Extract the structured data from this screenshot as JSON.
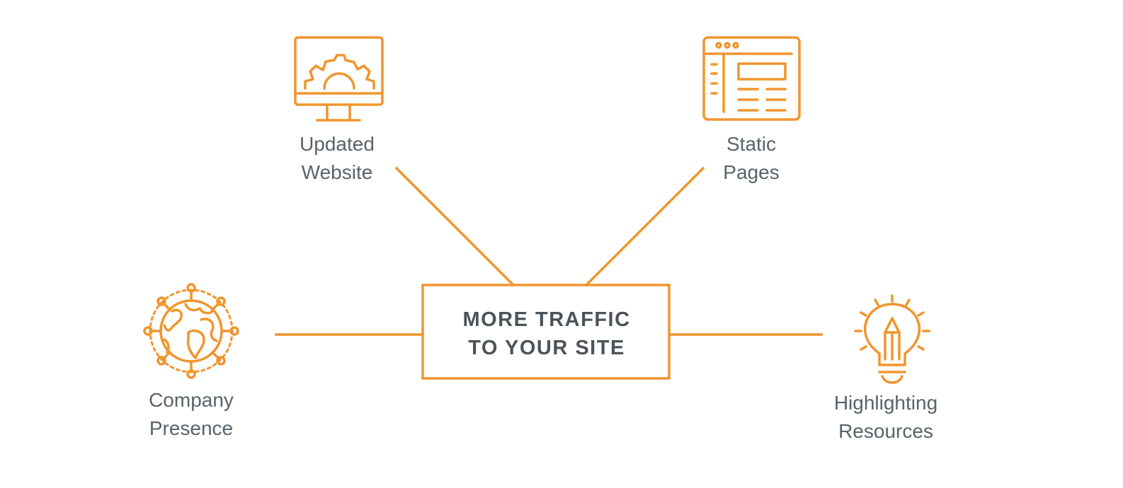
{
  "accent_color": "#f0952d",
  "center": {
    "line1": "MORE TRAFFIC",
    "line2": "TO YOUR SITE"
  },
  "nodes": {
    "updated_website": {
      "icon": "monitor-gear-icon",
      "line1": "Updated",
      "line2": "Website"
    },
    "static_pages": {
      "icon": "browser-window-icon",
      "line1": "Static",
      "line2": "Pages"
    },
    "company_presence": {
      "icon": "globe-network-icon",
      "line1": "Company",
      "line2": "Presence"
    },
    "highlighting_resources": {
      "icon": "lightbulb-pencil-icon",
      "line1": "Highlighting",
      "line2": "Resources"
    }
  }
}
